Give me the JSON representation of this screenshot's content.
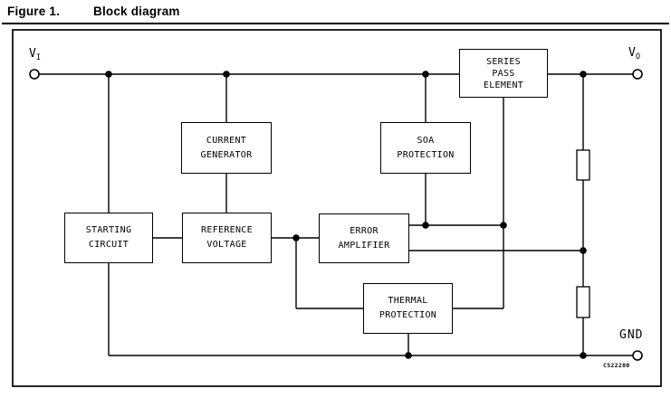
{
  "figure": {
    "label": "Figure 1.",
    "title": "Block diagram"
  },
  "blocks": {
    "series_pass": {
      "lines": [
        "SERIES",
        "PASS",
        "ELEMENT"
      ]
    },
    "current_generator": {
      "lines": [
        "CURRENT",
        "GENERATOR"
      ]
    },
    "soa_protection": {
      "lines": [
        "SOA",
        "PROTECTION"
      ]
    },
    "starting_circuit": {
      "lines": [
        "STARTING",
        "CIRCUIT"
      ]
    },
    "reference_voltage": {
      "lines": [
        "REFERENCE",
        "VOLTAGE"
      ]
    },
    "error_amplifier": {
      "lines": [
        "ERROR",
        "AMPLIFIER"
      ]
    },
    "thermal_protection": {
      "lines": [
        "THERMAL",
        "PROTECTION"
      ]
    }
  },
  "terminals": {
    "input": {
      "name": "V",
      "sub": "I"
    },
    "output": {
      "name": "V",
      "sub": "O"
    },
    "ground": {
      "name": "GND"
    }
  },
  "annotations": {
    "part_code": "CS22280"
  },
  "colors": {
    "line": "#000000",
    "background": "#ffffff",
    "text": "#000000"
  }
}
